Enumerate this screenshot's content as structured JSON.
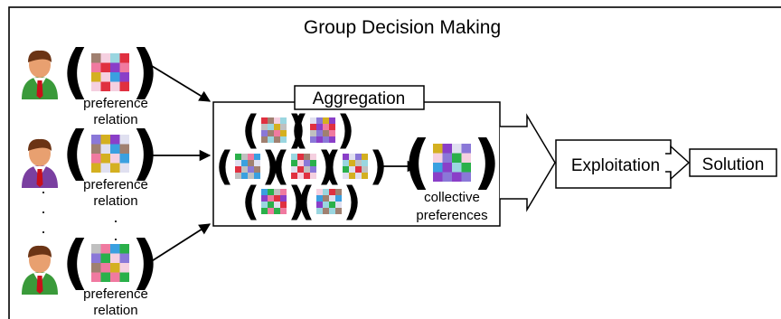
{
  "title": "Group Decision Making",
  "experts": [
    {
      "label_line1": "preference",
      "label_line2": "relation"
    },
    {
      "label_line1": "preference",
      "label_line2": "relation"
    },
    {
      "label_line1": "preference",
      "label_line2": "relation"
    }
  ],
  "ellipsis": "·",
  "aggregation": {
    "label": "Aggregation"
  },
  "collective": {
    "label_line1": "collective",
    "label_line2": "preferences"
  },
  "exploitation": {
    "label": "Exploitation"
  },
  "solution": {
    "label": "Solution"
  },
  "icons": {
    "expert_avatar": "person-avatar-icon",
    "matrix": "preference-matrix-icon",
    "arrow": "arrow-icon",
    "block_arrow": "block-arrow-icon"
  },
  "colors": {
    "green_suit": "#3a9a3a",
    "purple_suit": "#7a3fa0",
    "skin": "#e8a070",
    "hair": "#6b3415",
    "tie": "#c8101a",
    "cell_palette": [
      "#f07aa0",
      "#9ad6e0",
      "#8a78d8",
      "#3aa0e0",
      "#e03040",
      "#d4b020",
      "#2ab04a",
      "#a08070",
      "#8a3fc8",
      "#c0c0c0",
      "#f5d0e0",
      "#e0e0f0"
    ]
  }
}
